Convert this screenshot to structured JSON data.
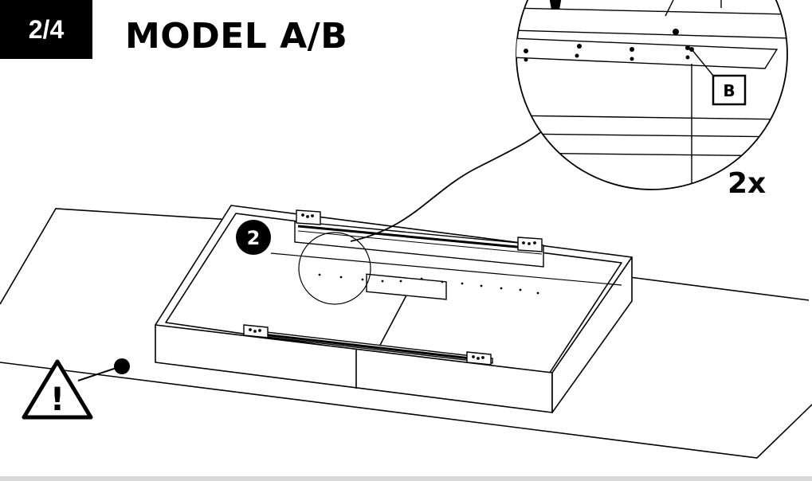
{
  "step": {
    "label": "2/4"
  },
  "title": "MODEL A/B",
  "callout": {
    "step_number": "2",
    "part_label": "B",
    "multiplier": "2x"
  },
  "warning": {
    "symbol": "!"
  },
  "colors": {
    "ink": "#000000",
    "paper": "#ffffff",
    "bar": "#d9d9d9"
  }
}
